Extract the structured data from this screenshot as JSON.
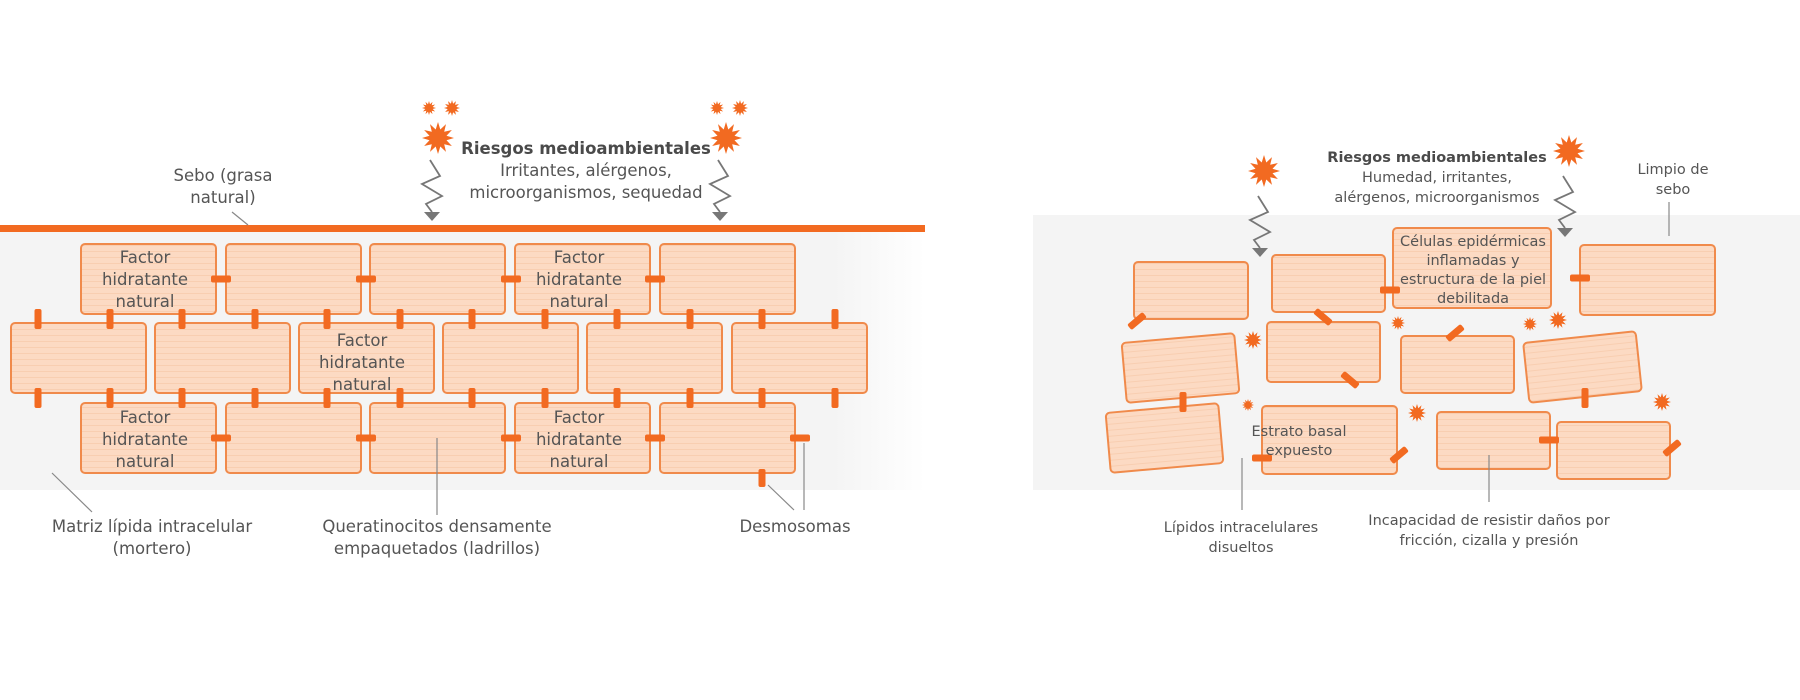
{
  "left_panel": {
    "risk_title": "Riesgos medioambientales",
    "risk_line1": "Irritantes, alérgenos,",
    "risk_line2": "microorganismos, sequedad",
    "sebum_line1": "Sebo (grasa",
    "sebum_line2": "natural)",
    "factor_line1": "Factor",
    "factor_line2": "hidratante",
    "factor_line3": "natural",
    "matrix_line1": "Matriz lípida intracelular",
    "matrix_line2": "(mortero)",
    "keratin_line1": "Queratinocitos densamente",
    "keratin_line2": "empaquetados (ladrillos)",
    "desmosomes": "Desmosomas"
  },
  "right_panel": {
    "risk_title": "Riesgos medioambientales",
    "risk_line1": "Humedad, irritantes,",
    "risk_line2": "alérgenos, microorganismos",
    "sebum_line1": "Limpio de",
    "sebum_line2": "sebo",
    "cells_line1": "Células epidérmicas",
    "cells_line2": "inflamadas y",
    "cells_line3": "estructura de la piel",
    "cells_line4": "debilitada",
    "basal_line1": "Estrato basal",
    "basal_line2": "expuesto",
    "lipids_line1": "Lípidos intracelulares",
    "lipids_line2": "disueltos",
    "damage_line1": "Incapacidad de resistir daños por",
    "damage_line2": "fricción, cizalla y presión"
  },
  "colors": {
    "accent": "#f26a21",
    "cell_fill": "#fcdac3",
    "cell_stroke": "#f08a4b",
    "band": "#f2f2f2",
    "text": "#555555",
    "line": "#888888"
  }
}
